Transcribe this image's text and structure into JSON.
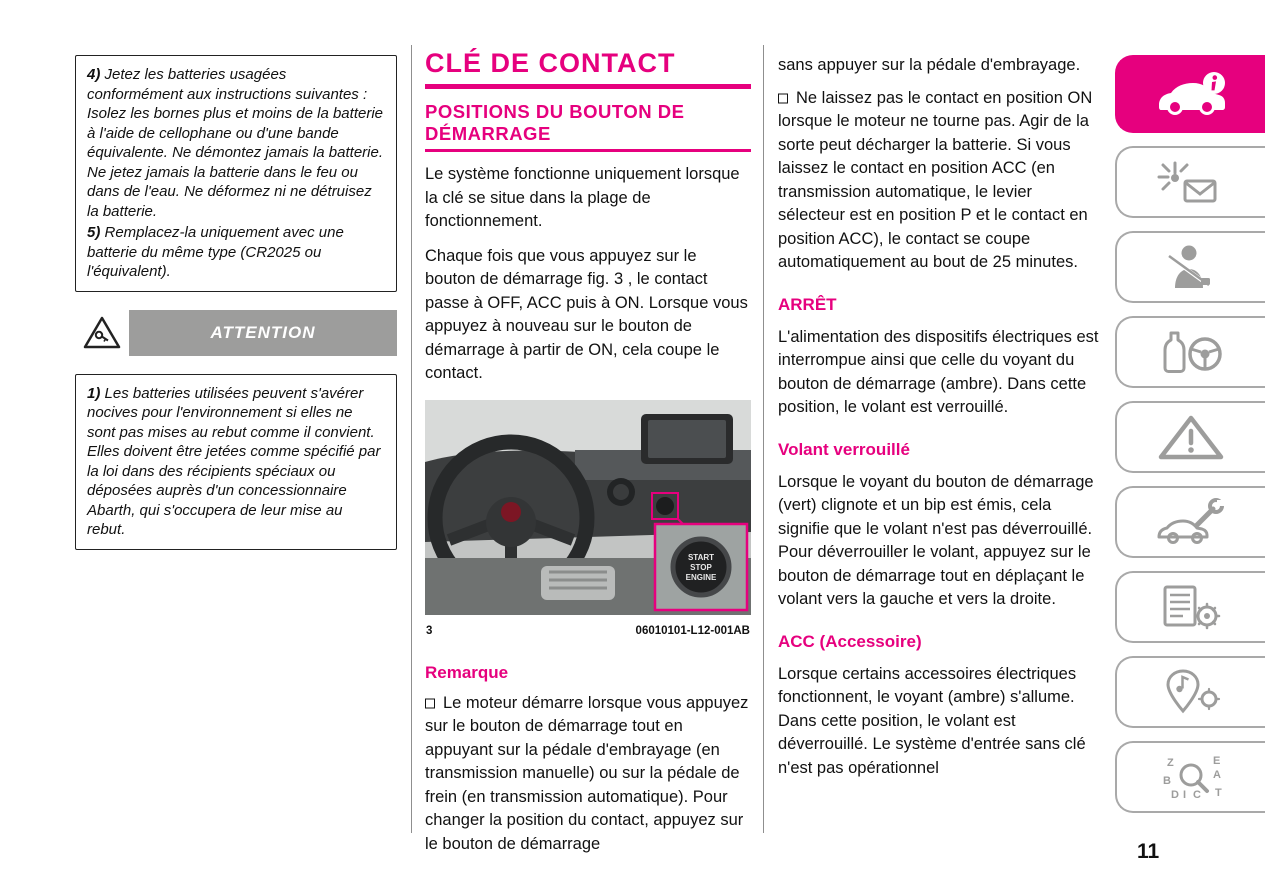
{
  "page": {
    "number": "11"
  },
  "colors": {
    "accent": "#e6007e",
    "banner_gray": "#9d9d9c"
  },
  "left_column": {
    "box1": {
      "item4_num": "4)",
      "item4_text": " Jetez les batteries usagées conformément aux instructions suivantes : Isolez les bornes plus et moins de la batterie à l'aide de cellophane ou d'une bande équivalente. Ne démontez jamais la batterie. Ne jetez jamais la batterie dans le feu ou dans de l'eau. Ne déformez ni ne détruisez la batterie.",
      "item5_num": "5)",
      "item5_text": " Remplacez-la uniquement avec une batterie du même type (CR2025 ou l'équivalent)."
    },
    "attention_label": "ATTENTION",
    "box2": {
      "item1_num": "1)",
      "item1_text": " Les batteries utilisées peuvent s'avérer nocives pour l'environnement si elles ne sont pas mises au rebut comme il convient. Elles doivent être jetées comme spécifié par la loi dans des récipients spéciaux ou déposées auprès d'un concessionnaire Abarth, qui s'occupera de leur mise au rebut."
    }
  },
  "middle_column": {
    "title": "CLÉ DE CONTACT",
    "subtitle": "POSITIONS DU BOUTON DE DÉMARRAGE",
    "para1": "Le système fonctionne uniquement lorsque la clé se situe dans la plage de fonctionnement.",
    "para2": "Chaque fois que vous appuyez sur le bouton de démarrage fig. 3 , le contact passe à OFF, ACC puis à ON. Lorsque vous appuyez à nouveau sur le bouton de démarrage à partir de ON, cela coupe le contact.",
    "figure": {
      "number": "3",
      "code": "06010101-L12-001AB",
      "button_line1": "START",
      "button_line2": "STOP",
      "button_line3": "ENGINE"
    },
    "note_heading": "Remarque",
    "note_bullet": "Le moteur démarre lorsque vous appuyez sur le bouton de démarrage tout en appuyant sur la pédale d'embrayage (en transmission manuelle) ou sur la pédale de frein (en transmission automatique). Pour changer la position du contact, appuyez sur le bouton de démarrage"
  },
  "right_column": {
    "para_continuation": "sans appuyer sur la pédale d'embrayage.",
    "bullet1": "Ne laissez pas le contact en position ON lorsque le moteur ne tourne pas. Agir de la sorte peut décharger la batterie. Si vous laissez le contact en position ACC (en transmission automatique, le levier sélecteur est en position P et le contact en position ACC), le contact se coupe automatiquement au bout de 25 minutes.",
    "section1_heading": "ARRÊT",
    "section1_text": "L'alimentation des dispositifs électriques est interrompue ainsi que celle du voyant du bouton de démarrage (ambre). Dans cette position, le volant est verrouillé.",
    "section2_heading": "Volant verrouillé",
    "section2_text": "Lorsque le voyant du bouton de démarrage (vert) clignote et un bip est émis, cela signifie que le volant n'est pas déverrouillé. Pour déverrouiller le volant, appuyez sur le bouton de démarrage tout en déplaçant le volant vers la gauche et vers la droite.",
    "section3_heading": "ACC (Accessoire)",
    "section3_text": "Lorsque certains accessoires électriques fonctionnent, le voyant (ambre) s'allume. Dans cette position, le volant est déverrouillé. Le système d'entrée sans clé n'est pas opérationnel"
  },
  "sidebar": {
    "tabs": [
      {
        "icon": "car-info-icon",
        "active": true
      },
      {
        "icon": "warning-lights-icon",
        "active": false
      },
      {
        "icon": "seatbelt-safety-icon",
        "active": false
      },
      {
        "icon": "drive-safety-icon",
        "active": false
      },
      {
        "icon": "emergency-triangle-icon",
        "active": false
      },
      {
        "icon": "maintenance-wrench-icon",
        "active": false
      },
      {
        "icon": "technical-data-icon",
        "active": false
      },
      {
        "icon": "multimedia-navigation-icon",
        "active": false
      },
      {
        "icon": "alphabetical-index-icon",
        "active": false
      }
    ],
    "index_letters": [
      "Z",
      "E",
      "B",
      "A",
      "D",
      "I",
      "C",
      "T"
    ]
  }
}
